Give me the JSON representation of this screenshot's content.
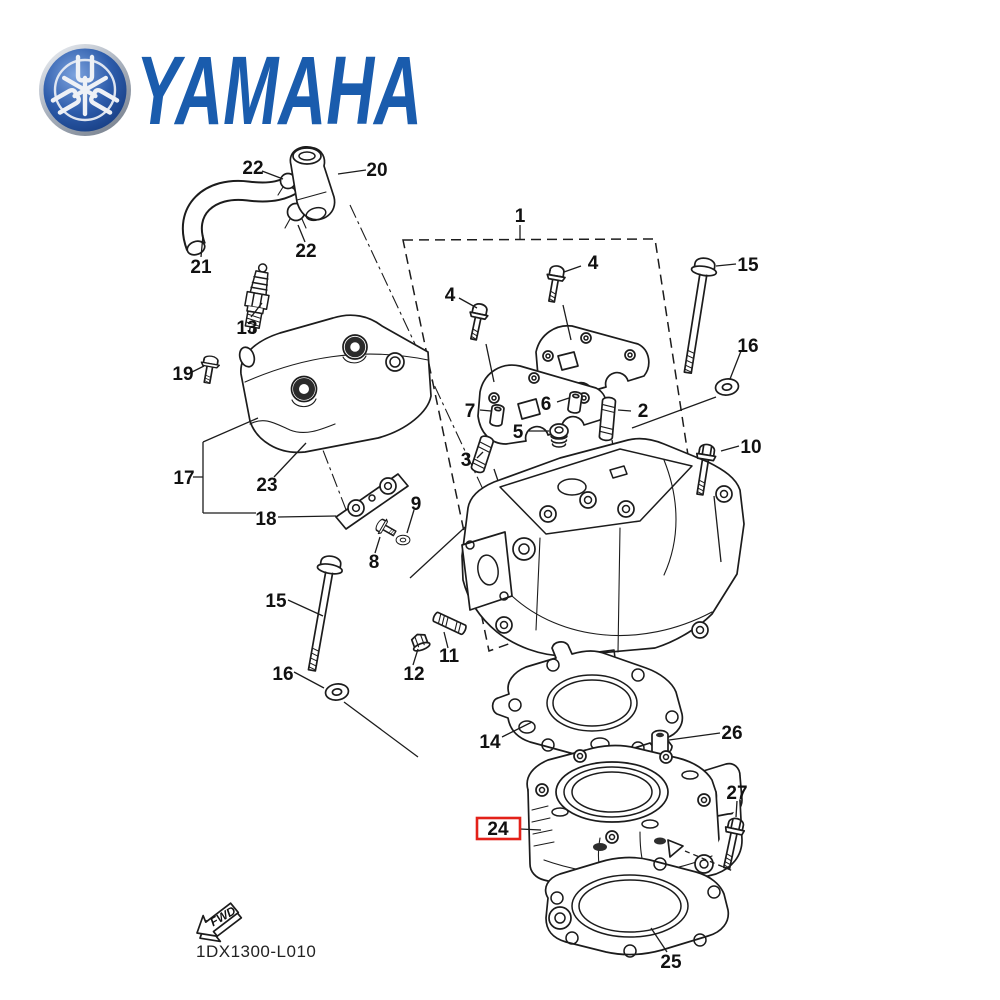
{
  "brand": {
    "name": "YAMAHA"
  },
  "colors": {
    "line": "#1c1c1c",
    "logo_blue": "#1a5cad",
    "highlight_red": "#e32119"
  },
  "diagram": {
    "code": "1DX1300-L010",
    "fwd_label": "FWD",
    "highlighted_part": "24",
    "part_labels": [
      "1",
      "2",
      "3",
      "4",
      "4",
      "5",
      "6",
      "7",
      "8",
      "9",
      "10",
      "11",
      "12",
      "13",
      "14",
      "15",
      "15",
      "16",
      "16",
      "17",
      "18",
      "19",
      "20",
      "21",
      "22",
      "22",
      "23",
      "24",
      "25",
      "26",
      "27"
    ]
  }
}
